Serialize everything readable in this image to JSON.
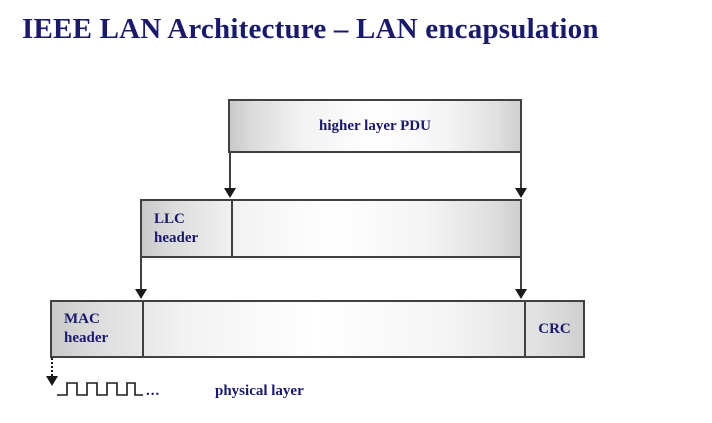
{
  "slide": {
    "title": "IEEE LAN Architecture – LAN encapsulation",
    "background_color": "#ffffff",
    "text_color": "#191970",
    "border_color": "#404040"
  },
  "diagram": {
    "higher_layer": {
      "label": "higher layer PDU"
    },
    "llc": {
      "header_label": "LLC\nheader",
      "payload_label": ""
    },
    "mac": {
      "header_label": "MAC\nheader",
      "payload_label": "",
      "crc_label": "CRC"
    },
    "physical": {
      "ellipsis": "...",
      "label": "physical layer",
      "waveform_pulses": 4
    }
  }
}
